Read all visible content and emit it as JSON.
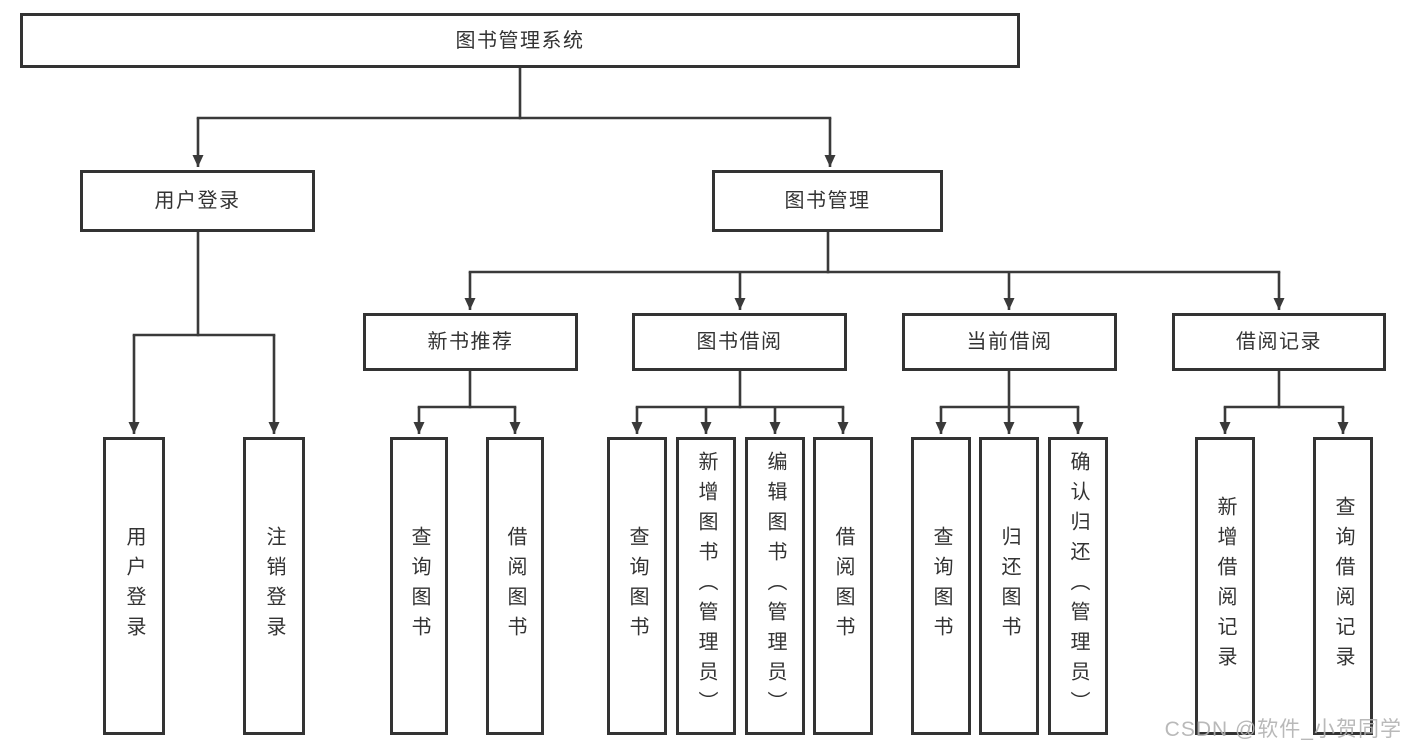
{
  "diagram": {
    "root": "图书管理系统",
    "level2": {
      "user_login": "用户登录",
      "book_management": "图书管理"
    },
    "level3": {
      "new_book_recommend": "新书推荐",
      "book_borrowing": "图书借阅",
      "current_borrowing": "当前借阅",
      "borrowing_records": "借阅记录"
    },
    "leaves": {
      "user_login": [
        "用户登录",
        "注销登录"
      ],
      "new_book_recommend": [
        "查询图书",
        "借阅图书"
      ],
      "book_borrowing": [
        "查询图书",
        "新增图书（管理员）",
        "编辑图书（管理员）",
        "借阅图书"
      ],
      "current_borrowing": [
        "查询图书",
        "归还图书",
        "确认归还（管理员）"
      ],
      "borrowing_records": [
        "新增借阅记录",
        "查询借阅记录"
      ]
    }
  },
  "watermark": "CSDN @软件_小贺同学",
  "colors": {
    "line": "#3a3a3a",
    "box_border": "#333333",
    "text": "#333333",
    "watermark": "#b2b2b2",
    "background": "#ffffff"
  }
}
